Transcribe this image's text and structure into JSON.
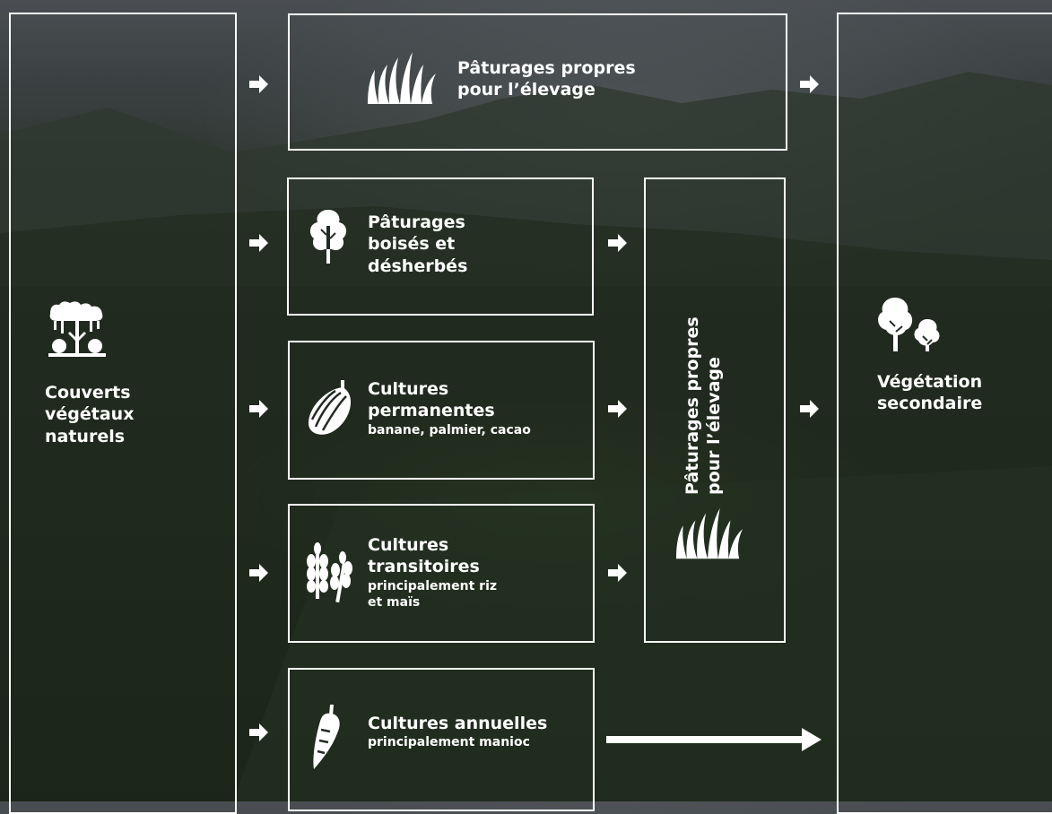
{
  "left": {
    "title_line1": "Couverts",
    "title_line2": "végétaux",
    "title_line3": "naturels",
    "icon": "rainforest-icon"
  },
  "top_box": {
    "line1": "Pâturages propres",
    "line2": "pour l’élevage",
    "icon": "grass-icon"
  },
  "box_wooded": {
    "line1": "Pâturages",
    "line2": "boisés et",
    "line3": "désherbés",
    "icon": "tree-icon"
  },
  "box_permanent": {
    "line1": "Cultures",
    "line2": "permanentes",
    "sub": "banane, palmier, cacao",
    "icon": "cacao-icon"
  },
  "box_transitory": {
    "line1": "Cultures",
    "line2": "transitoires",
    "sub1": "principalement riz",
    "sub2": "et maïs",
    "icon": "grain-icon"
  },
  "box_annual": {
    "line1": "Cultures annuelles",
    "sub": "principalement manioc",
    "icon": "cassava-icon"
  },
  "middle_vertical": {
    "line1": "Pâturages propres",
    "line2": "pour l’élevage",
    "icon": "grass-icon"
  },
  "right": {
    "line1": "Végétation",
    "line2": "secondaire",
    "icon": "trees-icon"
  },
  "colors": {
    "stroke": "#ffffff",
    "background": "#232c24"
  }
}
